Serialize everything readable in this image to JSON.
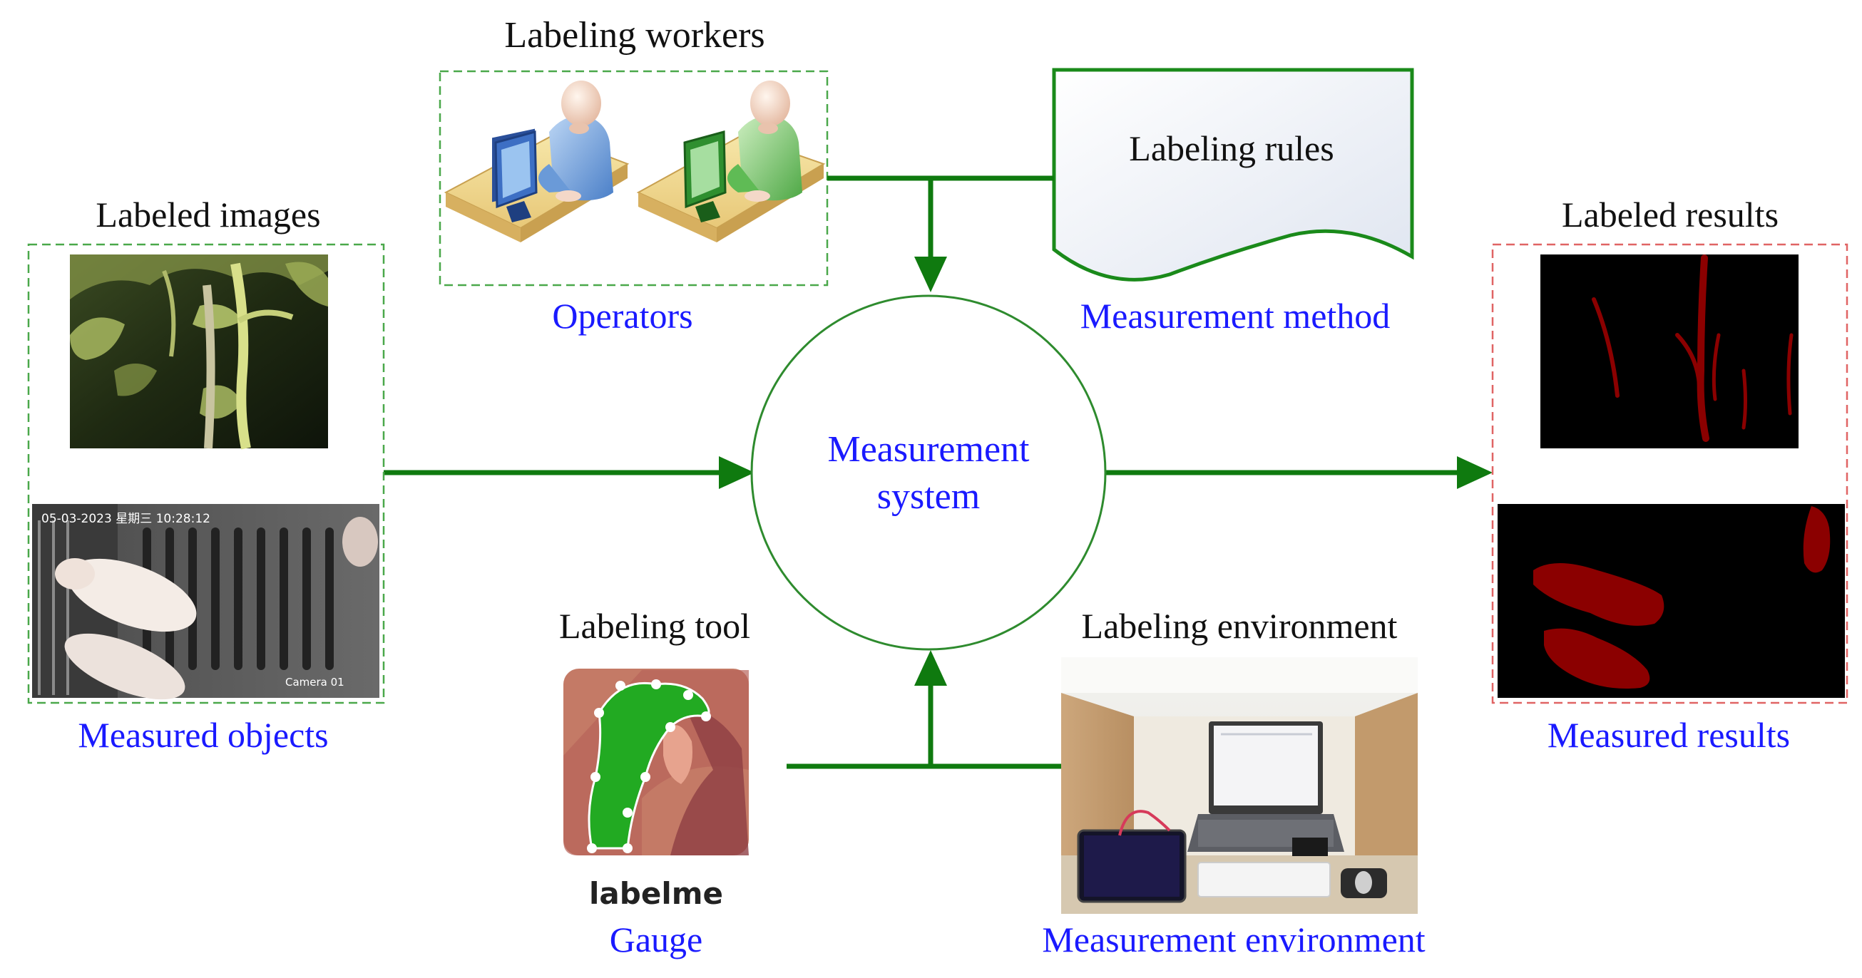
{
  "labels": {
    "labeling_workers": "Labeling workers",
    "operators": "Operators",
    "labeling_rules": "Labeling rules",
    "measurement_method": "Measurement method",
    "labeled_images": "Labeled images",
    "measured_objects": "Measured objects",
    "center_line1": "Measurement",
    "center_line2": "system",
    "labeled_results": "Labeled results",
    "measured_results": "Measured results",
    "labeling_tool": "Labeling tool",
    "labelme": "labelme",
    "gauge": "Gauge",
    "labeling_environment": "Labeling environment",
    "measurement_environment": "Measurement environment",
    "camera_timestamp": "05-03-2023 星期三 10:28:12",
    "camera_name": "Camera 01"
  },
  "colors": {
    "arrow_green": "#0f7a0f",
    "circle_green": "#2e8b2e",
    "box_green_dash": "#4aa84a",
    "box_red_dash": "#e06464",
    "blue_text": "#1a1aff",
    "black_text": "#111111",
    "mask_red": "#8b0000"
  },
  "icons": [
    "operator-blue-icon",
    "operator-green-icon",
    "document-icon",
    "labelme-logo-icon"
  ]
}
